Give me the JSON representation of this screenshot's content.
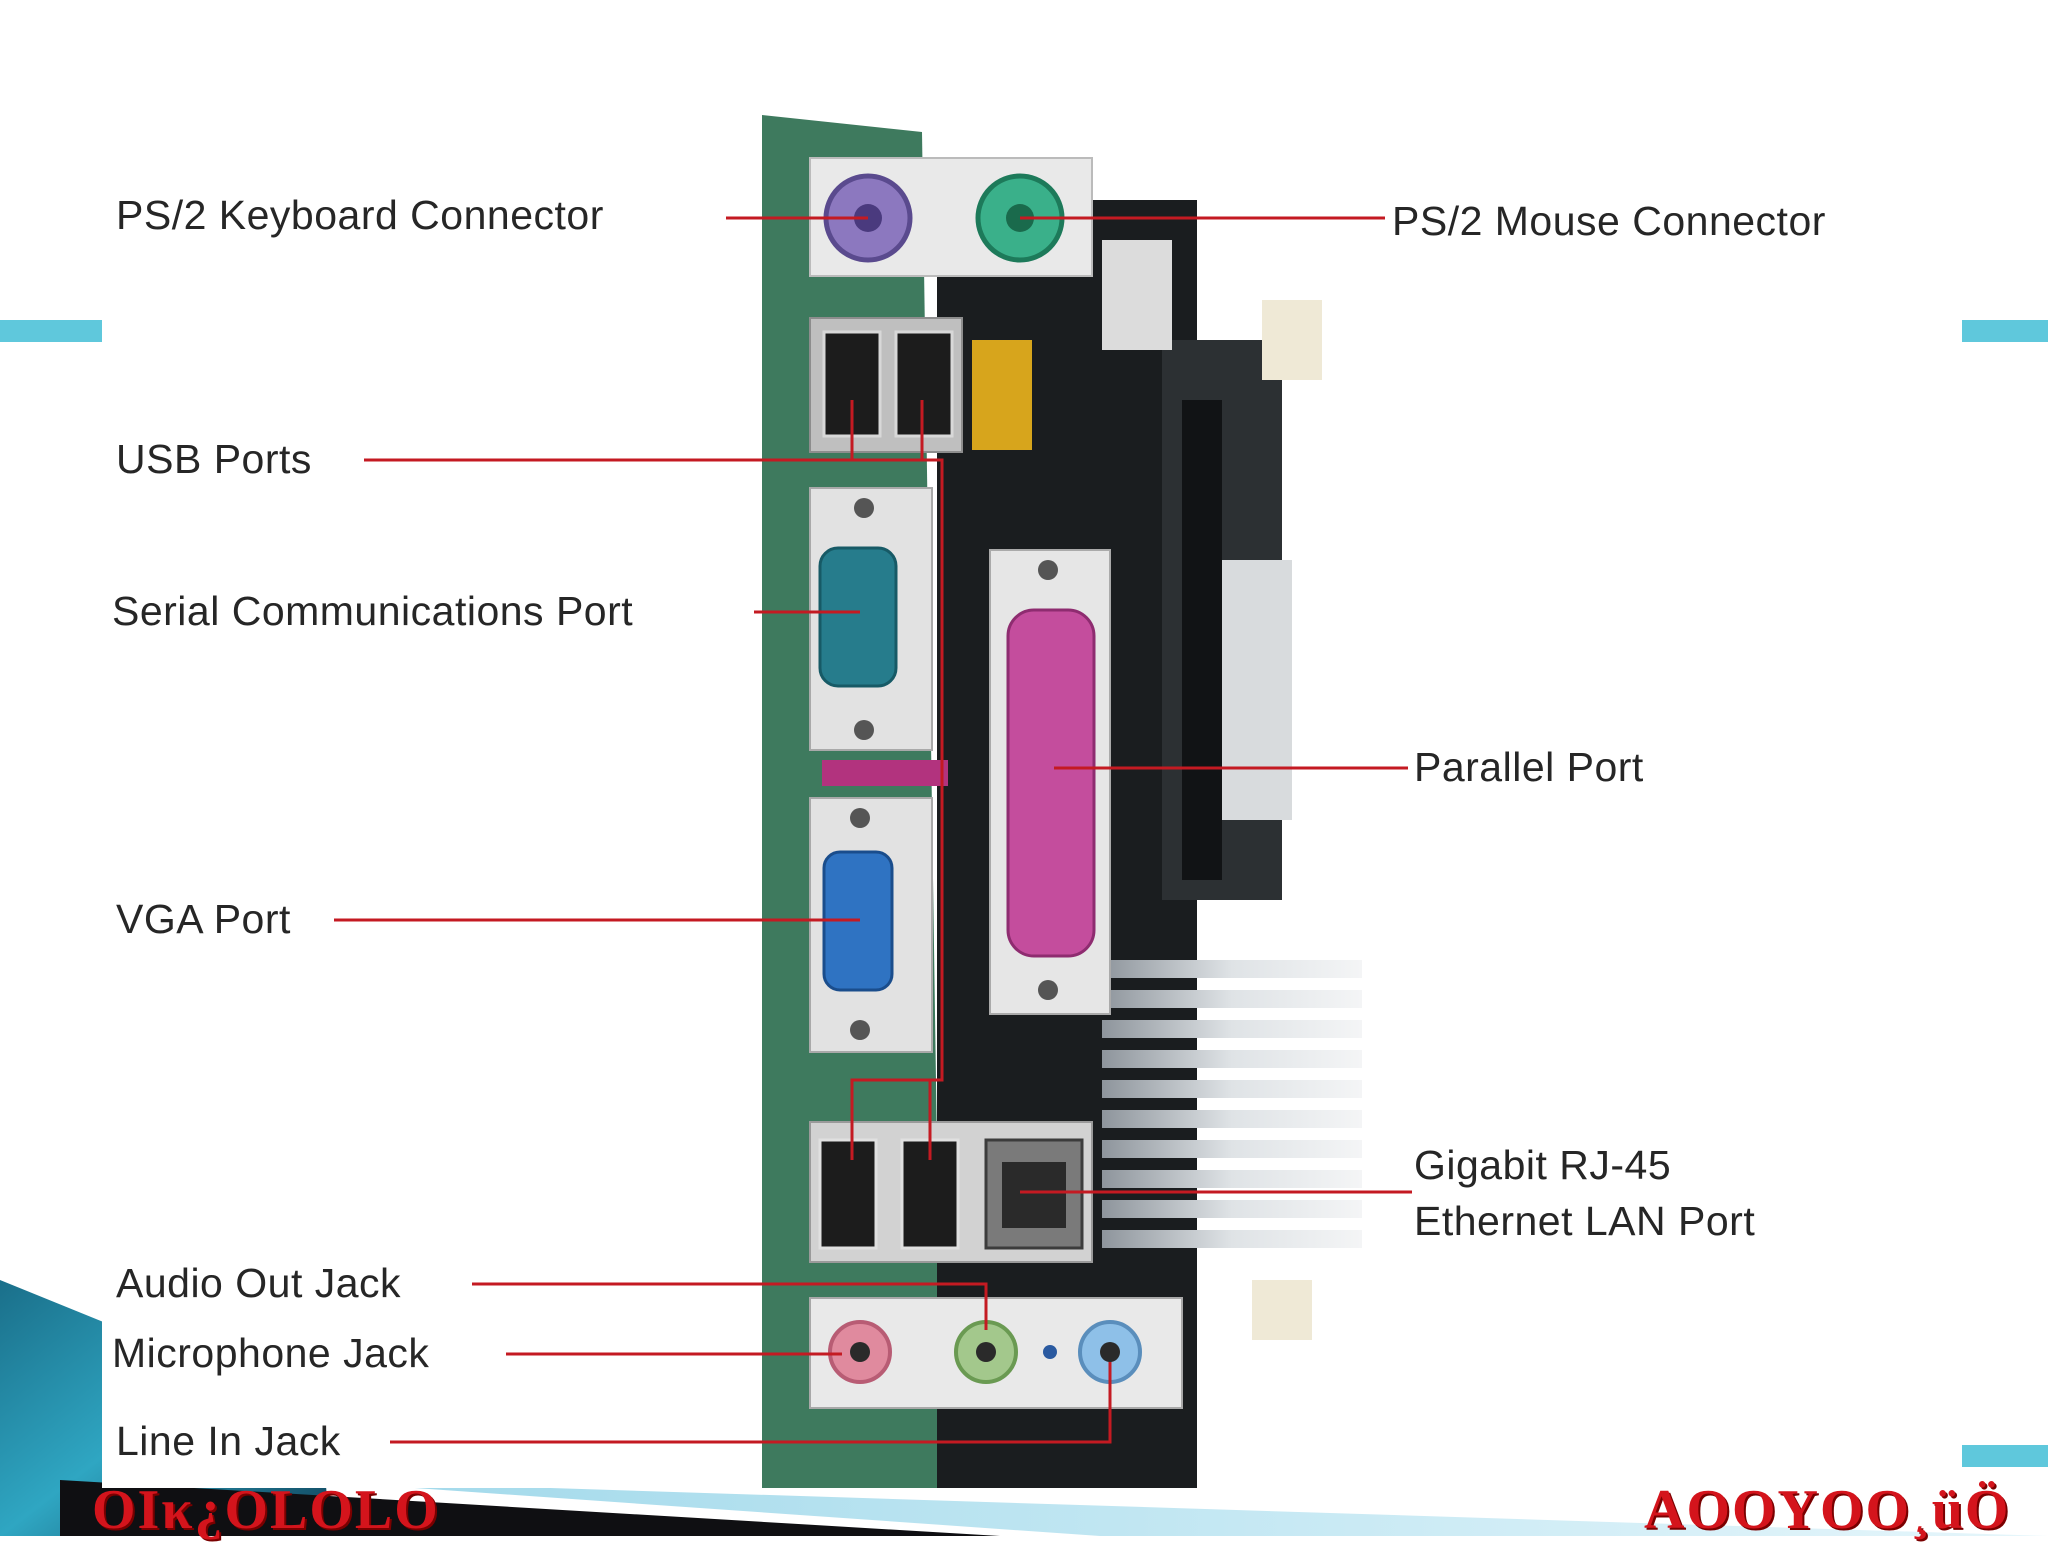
{
  "labels": {
    "ps2_keyboard": "PS/2 Keyboard Connector",
    "ps2_mouse": "PS/2 Mouse Connector",
    "usb_ports": "USB Ports",
    "serial_port": "Serial Communications Port",
    "parallel_port": "Parallel Port",
    "vga_port": "VGA Port",
    "gigabit_line1": "Gigabit RJ-45",
    "gigabit_line2": "Ethernet LAN Port",
    "audio_out": "Audio Out Jack",
    "microphone": "Microphone Jack",
    "line_in": "Line In Jack"
  },
  "footer": {
    "left_text": "OIκ¿OLOLO",
    "right_text": "AOOYOO¸üÖ"
  },
  "colors": {
    "accent": "#5fc8dc",
    "leader_line": "#c41a22",
    "footer_text": "#d4141c",
    "label_text": "#262626"
  }
}
